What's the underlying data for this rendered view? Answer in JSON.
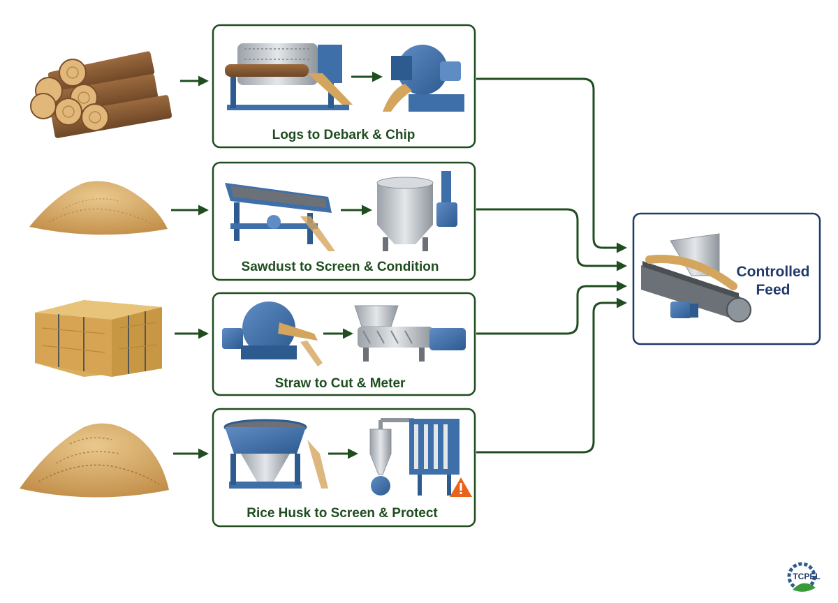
{
  "processes": [
    {
      "id": "logs",
      "label": "Logs to Debark & Chip",
      "material_icon": "log-pile-icon",
      "equipment_icons": [
        "drum-debarker-icon",
        "wood-chipper-icon"
      ]
    },
    {
      "id": "sawdust",
      "label": "Sawdust to Screen & Condition",
      "material_icon": "sawdust-pile-icon",
      "equipment_icons": [
        "vibrating-screen-icon",
        "conditioning-tank-icon"
      ]
    },
    {
      "id": "straw",
      "label": "Straw to Cut & Meter",
      "material_icon": "straw-bale-icon",
      "equipment_icons": [
        "straw-cutter-icon",
        "screw-feeder-icon"
      ]
    },
    {
      "id": "husk",
      "label": "Rice Husk to Screen & Protect",
      "material_icon": "rice-husk-pile-icon",
      "equipment_icons": [
        "rotary-screen-icon",
        "cyclone-dust-collector-icon",
        "warning-icon"
      ]
    }
  ],
  "output": {
    "label_line1": "Controlled",
    "label_line2": "Feed",
    "icon": "feed-conveyor-icon"
  },
  "logo": {
    "text": "TCPEL",
    "icon": "gear-leaf-logo-icon"
  },
  "colors": {
    "process_border": "#1f4d1f",
    "arrow": "#1f4d1f",
    "output_border": "#1f3a6b",
    "machine_blue": "#3f6fa8",
    "steel": "#b9bec4",
    "material": "#d4a55c",
    "warning": "#e8641b"
  }
}
